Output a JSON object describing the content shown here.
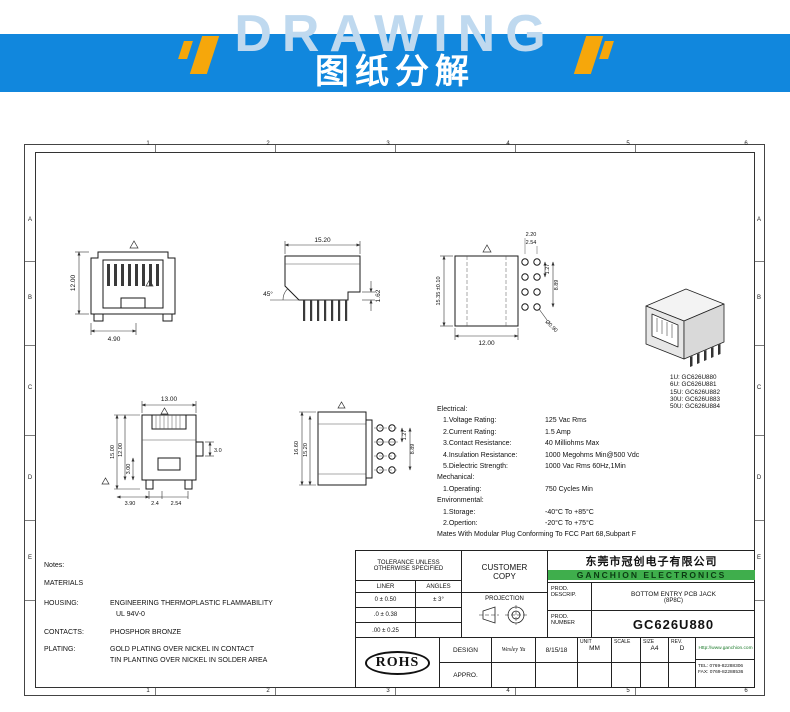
{
  "header": {
    "watermark": "DRAWING",
    "title": "图纸分解"
  },
  "sheet": {
    "cols": [
      "1",
      "2",
      "3",
      "4",
      "5",
      "6"
    ],
    "rows": [
      "A",
      "B",
      "C",
      "D",
      "E"
    ]
  },
  "dims": {
    "v1_height": "12.00",
    "v1_width": "4.90",
    "v2_width": "15.20",
    "v2_pin": "1.62",
    "v2_angle": "45°",
    "v3_height": "15.35 ±0.10",
    "v3_width": "12.00",
    "v3_p1": "2.20",
    "v3_p2": "2.54",
    "v3_p3": "1.27",
    "v3_p4": "8.89",
    "v3_hole": "Ø0.90",
    "v5_top": "13.00",
    "v5_l1": "15.00",
    "v5_l2": "12.00",
    "v5_l3": "3.00",
    "v5_b1": "3.90",
    "v5_b2": "2.4",
    "v5_b3": "2.54",
    "v5_r1": "3.0",
    "v6_l1": "16.60",
    "v6_l2": "15.20",
    "v6_r1": "1.27",
    "v6_r2": "8.89"
  },
  "part_list": [
    "1U: GC626U880",
    "6U: GC626U881",
    "15U: GC626U882",
    "30U: GC626U883",
    "50U: GC626U884"
  ],
  "specs": {
    "electrical_title": "Electrical:",
    "electrical": [
      {
        "label": "1.Voltage Rating:",
        "value": "125 Vac Rms"
      },
      {
        "label": "2.Current Rating:",
        "value": "1.5 Amp"
      },
      {
        "label": "3.Contact Resistance:",
        "value": "40 Milliohms Max"
      },
      {
        "label": "4.Insulation Resistance:",
        "value": "1000 Megohms Min@500 Vdc"
      },
      {
        "label": "5.Dielectric Strength:",
        "value": "1000 Vac Rms 60Hz,1Min"
      }
    ],
    "mechanical_title": "Mechanical:",
    "mechanical": [
      {
        "label": "1.Operating:",
        "value": "750 Cycles Min"
      }
    ],
    "environmental_title": "Environmental:",
    "environmental": [
      {
        "label": "1.Storage:",
        "value": "-40°C To +85°C"
      },
      {
        "label": "2.Opertion:",
        "value": "-20°C To +75°C"
      }
    ],
    "mates": "Mates With Modular Plug Conforming To FCC Part 68,Subpart F"
  },
  "notes": {
    "title": "Notes:",
    "materials": "MATERIALS",
    "housing_label": "HOUSING:",
    "housing_value1": "ENGINEERING THERMOPLASTIC FLAMMABILITY",
    "housing_value2": "UL 94V-0",
    "contacts_label": "CONTACTS:",
    "contacts_value": "PHOSPHOR BRONZE",
    "plating_label": "PLATING:",
    "plating_value1": "GOLD PLATING OVER NICKEL IN CONTACT",
    "plating_value2": "TIN PLANTING OVER NICKEL IN SOLDER AREA"
  },
  "title_block": {
    "rohs": "ROHS",
    "tolerance_line1": "TOLERANCE UNLESS",
    "tolerance_line2": "OTHERWISE SPECIFIED",
    "liner": "LINER",
    "angles": "ANGLES",
    "tol1_l": "0  ± 0.50",
    "tol1_a": "± 3°",
    "tol2_l": ".0  ± 0.38",
    "tol3_l": ".00 ± 0.25",
    "customer_line1": "CUSTOMER",
    "customer_line2": "COPY",
    "projection": "PROJECTION",
    "company_cn": "东莞市冠创电子有限公司",
    "company_en": "GANCHION ELECTRONICS",
    "prod_label1": "PROD.",
    "descrip_label": "DESCRIP.",
    "descrip_value": "BOTTOM ENTRY PCB JACK",
    "descrip_value2": "(8P8C)",
    "prod_label2": "PROD.",
    "number_label": "NUMBER",
    "number_value": "GC626U880",
    "design_label": "DESIGN",
    "design_name": "Wesley Yu",
    "design_date": "8/15/18",
    "appro_label": "APPRO.",
    "unit_label": "UNIT",
    "unit_value": "MM",
    "scale_label": "SCALE",
    "scale_value": "",
    "size_label": "SIZE",
    "size_value": "A4",
    "rev_label": "REV.",
    "rev_value": "D",
    "website": "Http://www.ganchion.com",
    "tel": "TEL: 0769-82288306",
    "fax": "FAX: 0769-82288536"
  }
}
